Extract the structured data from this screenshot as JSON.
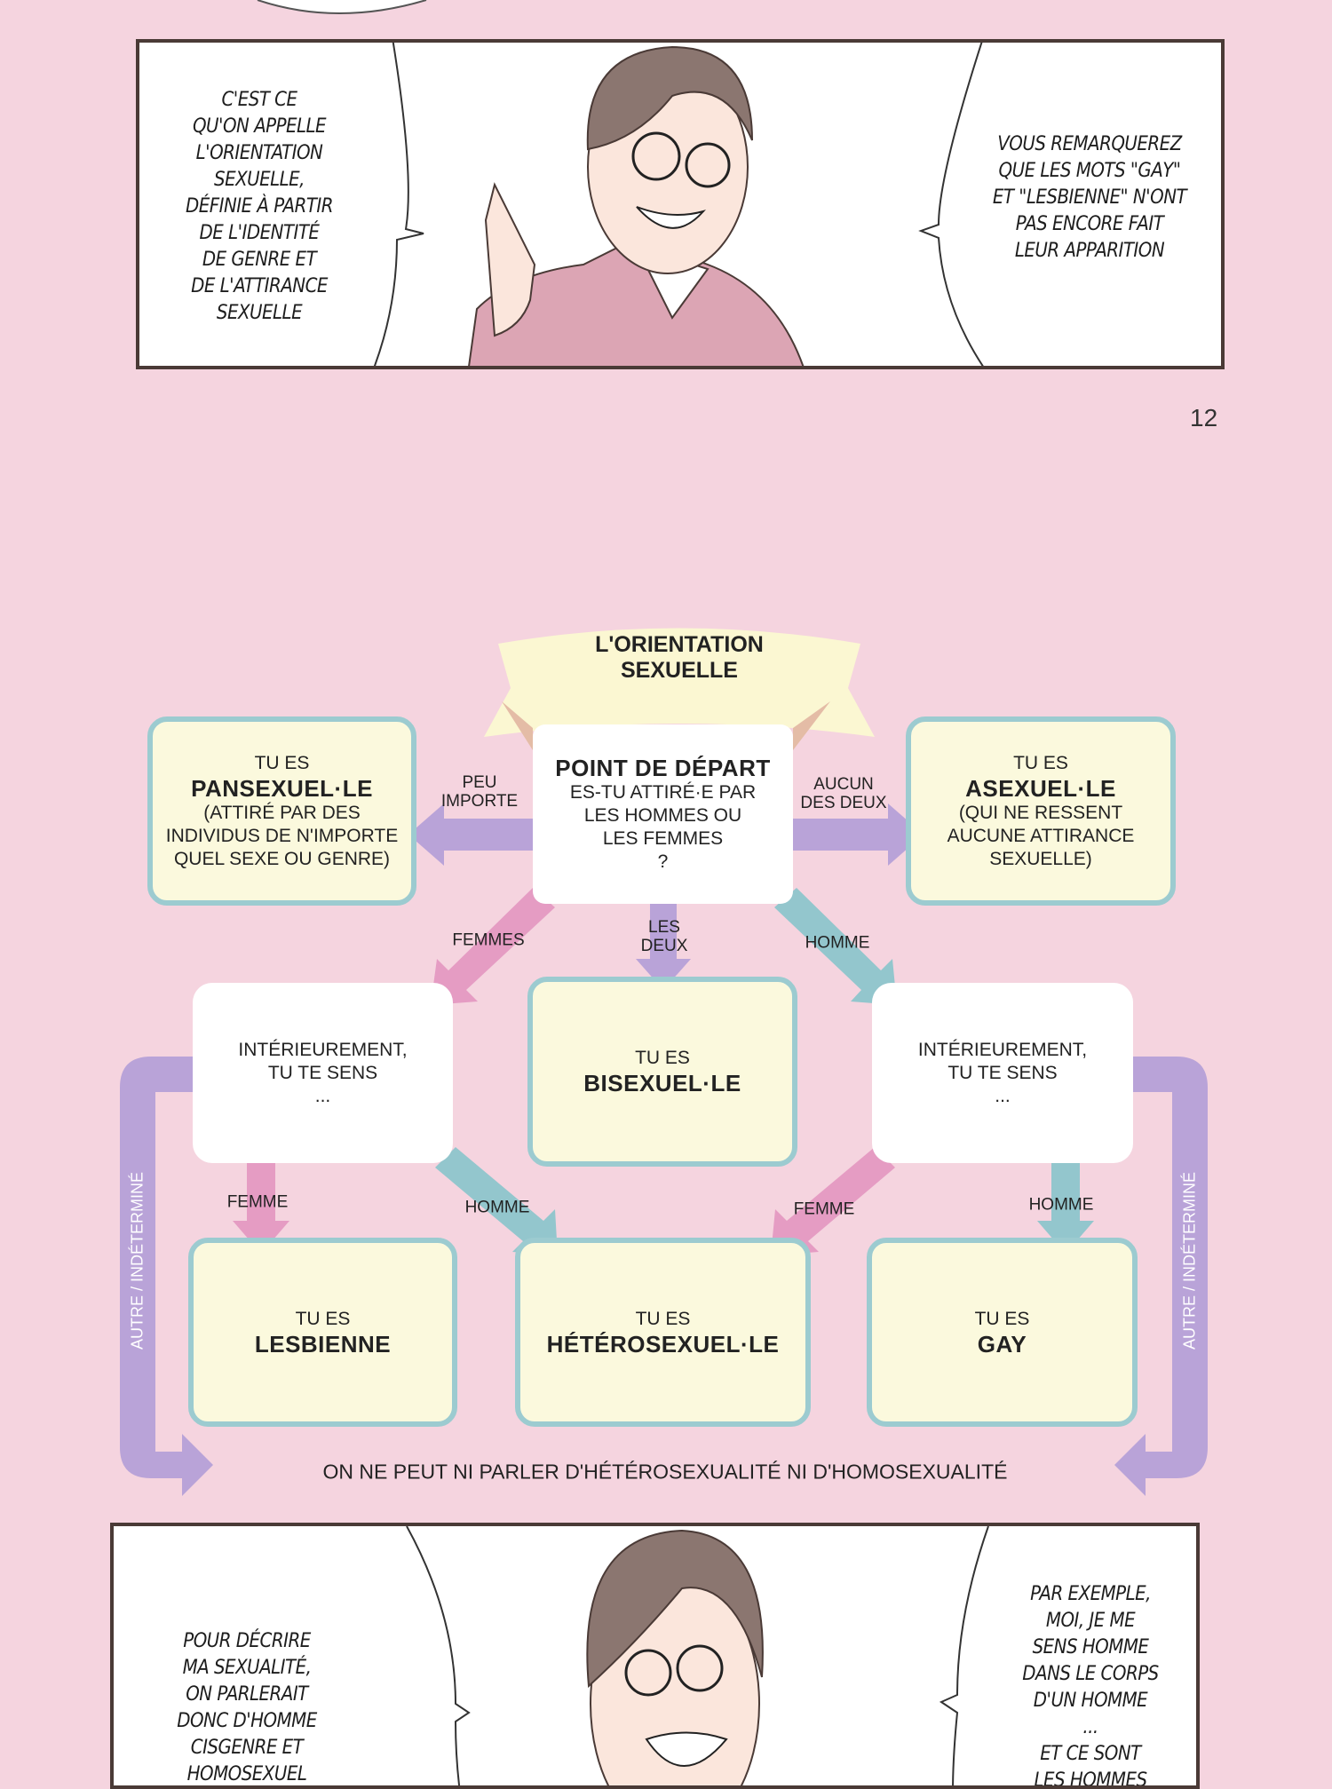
{
  "top_panel": {
    "left_bubble": [
      "C'EST CE",
      "QU'ON APPELLE",
      "L'ORIENTATION",
      "SEXUELLE,",
      "DÉFINIE À PARTIR",
      "DE L'IDENTITÉ",
      "DE GENRE ET",
      "DE L'ATTIRANCE",
      "SEXUELLE"
    ],
    "right_bubble": [
      "VOUS REMARQUEREZ",
      "QUE LES MOTS \"GAY\"",
      "ET \"LESBIENNE\" N'ONT",
      "PAS ENCORE FAIT",
      "LEUR APPARITION"
    ]
  },
  "page_number": "12",
  "diagram": {
    "title": [
      "L'ORIENTATION",
      "SEXUELLE"
    ],
    "start": {
      "title": "POINT DE DÉPART",
      "question": [
        "ES-TU ATTIRÉ·E PAR",
        "LES HOMMES OU",
        "LES FEMMES",
        "?"
      ]
    },
    "pansexuel": {
      "pre": "TU ES",
      "name": "PANSEXUEL·LE",
      "desc": [
        "(ATTIRÉ PAR DES",
        "INDIVIDUS DE N'IMPORTE",
        "QUEL SEXE OU GENRE)"
      ]
    },
    "asexuel": {
      "pre": "TU ES",
      "name": "ASEXUEL·LE",
      "desc": [
        "(QUI NE RESSENT",
        "AUCUNE ATTIRANCE",
        "SEXUELLE)"
      ]
    },
    "bisexuel": {
      "pre": "TU ES",
      "name": "BISEXUEL·LE"
    },
    "interior_left": [
      "INTÉRIEUREMENT,",
      "TU TE SENS",
      "..."
    ],
    "interior_right": [
      "INTÉRIEUREMENT,",
      "TU TE SENS",
      "..."
    ],
    "lesbienne": {
      "pre": "TU ES",
      "name": "LESBIENNE"
    },
    "hetero": {
      "pre": "TU ES",
      "name": "HÉTÉROSEXUEL·LE"
    },
    "gay": {
      "pre": "TU ES",
      "name": "GAY"
    },
    "arrows": {
      "peu_importe": [
        "PEU",
        "IMPORTE"
      ],
      "aucun": [
        "AUCUN",
        "DES DEUX"
      ],
      "femmes": "FEMMES",
      "les_deux": [
        "LES",
        "DEUX"
      ],
      "homme_top": "HOMME",
      "femme_left": "FEMME",
      "homme_left": "HOMME",
      "femme_right": "FEMME",
      "homme_right": "HOMME",
      "autre_left": "AUTRE / INDÉTERMINÉ",
      "autre_right": "AUTRE / INDÉTERMINÉ"
    },
    "footer": "ON NE PEUT NI PARLER D'HÉTÉROSEXUALITÉ NI D'HOMOSEXUALITÉ",
    "colors": {
      "purple": "#b9a3d8",
      "pink": "#e59cc3",
      "teal": "#93c6cd",
      "cream": "#fbf9dd",
      "border": "#9ccbd0"
    }
  },
  "bottom_panel": {
    "left_bubble": [
      "POUR DÉCRIRE",
      "MA SEXUALITÉ,",
      "ON PARLERAIT",
      "DONC D'HOMME",
      "CISGENRE ET",
      "HOMOSEXUEL"
    ],
    "right_bubble": [
      "PAR EXEMPLE,",
      "MOI, JE ME",
      "SENS HOMME",
      "DANS LE CORPS",
      "D'UN HOMME",
      "...",
      "ET CE SONT",
      "LES HOMMES"
    ]
  }
}
